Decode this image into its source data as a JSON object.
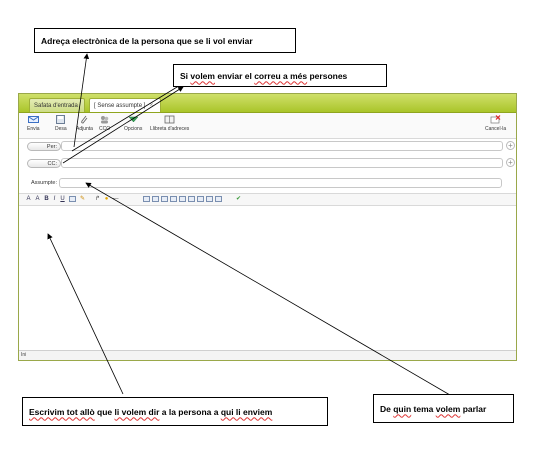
{
  "callouts": {
    "address": "Adreça electrònica de la persona que se li vol enviar",
    "multi_prefix": "Si ",
    "multi_w1": "volem",
    "multi_mid": " enviar el ",
    "multi_w2": "correu a més",
    "multi_suffix": " persones",
    "body_w1": "Escrivim tot allò",
    "body_mid1": " que ",
    "body_w2": "li volem dir",
    "body_mid2": " a la persona a ",
    "body_w3": "qui li enviem",
    "subject_pre": "De ",
    "subject_w1": "quin",
    "subject_mid": " tema ",
    "subject_w2": "volem",
    "subject_suffix": " parlar"
  },
  "tabs": {
    "inbox": "Safata d'entrada",
    "new": "[ Sense assumpte ]",
    "close": "×"
  },
  "toolbar": {
    "send": "Envia",
    "save": "Desa",
    "attach": "Adjunta",
    "cco": "CCO",
    "options": "Opcions",
    "addressbook": "Llibreta d'adreces",
    "cancel": "Cancel·la"
  },
  "fields": {
    "to_label": "Per:",
    "cc_label": "CC:",
    "subject_label": "Assumpte:"
  },
  "status": {
    "text": "Ini"
  },
  "colors": {
    "accent": "#aac52a",
    "annotation": "#000000"
  }
}
